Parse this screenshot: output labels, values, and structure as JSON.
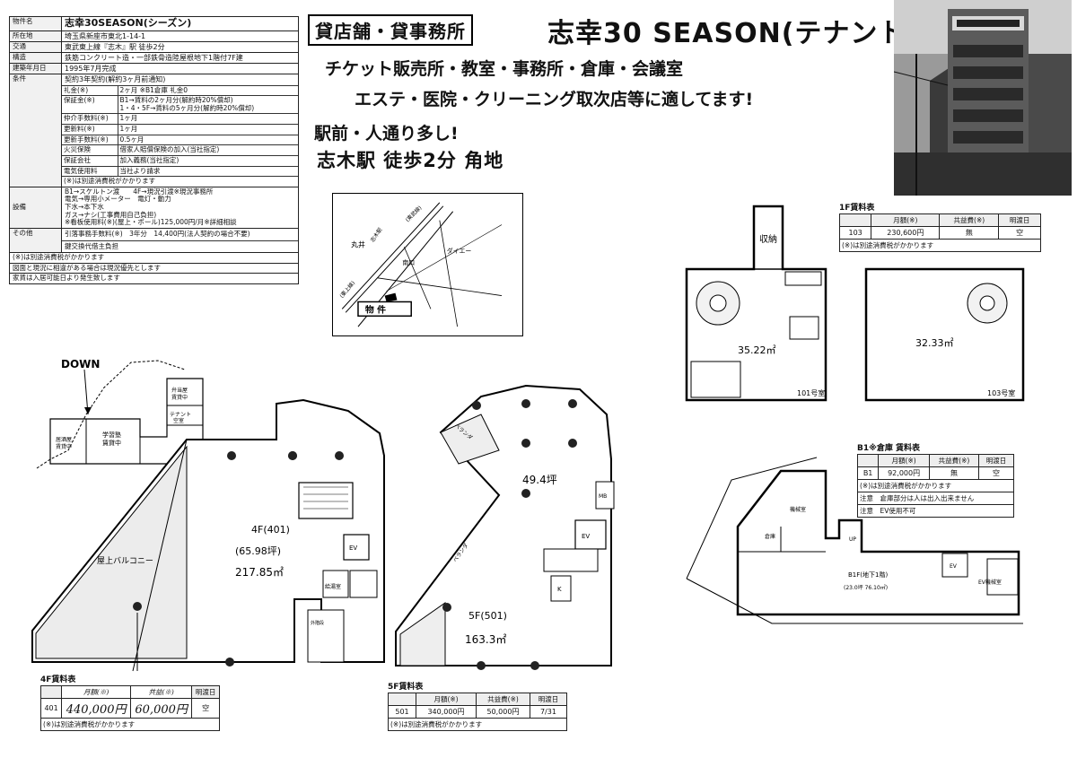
{
  "property": {
    "rows": [
      {
        "label": "物件名",
        "value": "志幸30SEASON(シーズン)"
      },
      {
        "label": "所在地",
        "value": "埼玉県新座市東北1-14-1"
      },
      {
        "label": "交通",
        "value": "東武東上線『志木』駅 徒歩2分"
      },
      {
        "label": "構造",
        "value": "鉄筋コンクリート造・一部鉄骨造陸屋根地下1階付7F建"
      },
      {
        "label": "建築年月日",
        "value": "1995年7月完成"
      }
    ],
    "conditions_label": "条件",
    "conditions_main": "契約3年契約(解約3ヶ月前通知)",
    "conditions": [
      {
        "k": "礼金(※)",
        "v": "2ヶ月 ※B1倉庫 礼金0"
      },
      {
        "k": "保証金(※)",
        "v": "B1→賃料の2ヶ月分(解約時20%償却)",
        "v2": "1・4・5F→賃料の5ヶ月分(解約時20%償却)"
      },
      {
        "k": "仲介手数料(※)",
        "v": "1ヶ月"
      },
      {
        "k": "更新料(※)",
        "v": "1ヶ月"
      },
      {
        "k": "更新手数料(※)",
        "v": "0.5ヶ月"
      },
      {
        "k": "火災保険",
        "v": "借家人賠償保険の加入(当社指定)"
      },
      {
        "k": "保証会社",
        "v": "加入義務(当社指定)"
      },
      {
        "k": "電気使用料",
        "v": "当社より請求"
      }
    ],
    "conditions_note": "(※)は別途消費税がかかります",
    "equipment_label": "設備",
    "equipment": [
      "B1→スケルトン渡　　4F→現況引渡※現況事務所",
      "電気→専用小メーター　電灯・動力",
      "下水→本下水",
      "ガス→ナシ(工事費用自己負担)",
      "※看板使用料(※)(屋上・ポール)125,000円/月※詳細相談"
    ],
    "other_label": "その他",
    "other": [
      "引落事務手数料(※)　3年分　14,400円(法人契約の場合不要)",
      "鍵交換代借主負担"
    ],
    "footnotes": [
      "(※)は別途消費税がかかります",
      "図面と現況に相違がある場合は現況優先とします",
      "家賃は入居可能日より発生致します"
    ]
  },
  "headline": {
    "type": "貸店舗・貸事務所",
    "name": "志幸30 SEASON(テナント)",
    "uses1": "チケット販売所・教室・事務所・倉庫・会議室",
    "uses2": "エステ・医院・クリーニング取次店等に適してます!",
    "station1": "駅前・人通り多し!",
    "station2": "志木駅 徒歩2分 角地"
  },
  "map": {
    "label_marui": "丸井",
    "label_shiki": "志木駅",
    "label_south": "南口",
    "label_dept": "ダイエー",
    "label_tojo": "(東上線)",
    "label_east": "(東武線)",
    "label_property": "物 件"
  },
  "site_plan": {
    "down": "DOWN",
    "gakushu": "学習塾",
    "gakushu2": "賃貸中",
    "bento": "弁当屋",
    "bento2": "賃貸中",
    "tenant": "テナント",
    "tenant2": "空室",
    "kyotsu": "居酒屋",
    "kyotsu2": "賃貸中"
  },
  "rent_1f": {
    "caption": "1F賃料表",
    "headers": [
      "",
      "月額(※)",
      "共益費(※)",
      "明渡日"
    ],
    "row": [
      "103",
      "230,600円",
      "無",
      "空"
    ],
    "note": "(※)は別途消費税がかかります"
  },
  "rent_b1": {
    "caption": "B1※倉庫 賃料表",
    "headers": [
      "",
      "月額(※)",
      "共益費(※)",
      "明渡日"
    ],
    "row": [
      "B1",
      "92,000円",
      "無",
      "空"
    ],
    "notes": [
      "(※)は別途消費税がかかります",
      "注意　倉庫部分は人は出入出来ません",
      "注意　EV使用不可"
    ]
  },
  "rent_4f": {
    "caption": "4F賃料表",
    "headers": [
      "",
      "月額(※)",
      "共益(※)",
      "明渡日"
    ],
    "row": [
      "401",
      "440,000円",
      "60,000円",
      "空"
    ],
    "note": "(※)は別途消費税がかかります"
  },
  "rent_5f": {
    "caption": "5F賃料表",
    "headers": [
      "",
      "月額(※)",
      "共益費(※)",
      "明渡日"
    ],
    "row": [
      "501",
      "340,000円",
      "50,000円",
      "7/31"
    ],
    "note": "(※)は別途消費税がかかります"
  },
  "plan_1f": {
    "storage": "収納",
    "area_a": "35.22㎡",
    "room_a": "101号室",
    "area_b": "32.33㎡",
    "room_b": "103号室"
  },
  "plan_4f": {
    "balcony": "屋上バルコニー",
    "unit": "4F(401)",
    "tsubo": "(65.98坪)",
    "area": "217.85㎡",
    "ev": "EV",
    "kyutou": "給湯室",
    "gaikai": "外階段"
  },
  "plan_5f": {
    "veranda1": "ベランダ",
    "veranda2": "ベランダ",
    "tsubo": "49.4坪",
    "unit": "5F(501)",
    "area": "163.3㎡",
    "ev": "EV",
    "mb": "MB",
    "k": "K"
  },
  "plan_b1": {
    "souko": "倉庫",
    "kikai": "機械室",
    "unit": "B1F(地下1階)",
    "size": "(23.0坪 76.10㎡)",
    "ev": "EV",
    "evkikai": "EV機械室",
    "up": "UP"
  }
}
